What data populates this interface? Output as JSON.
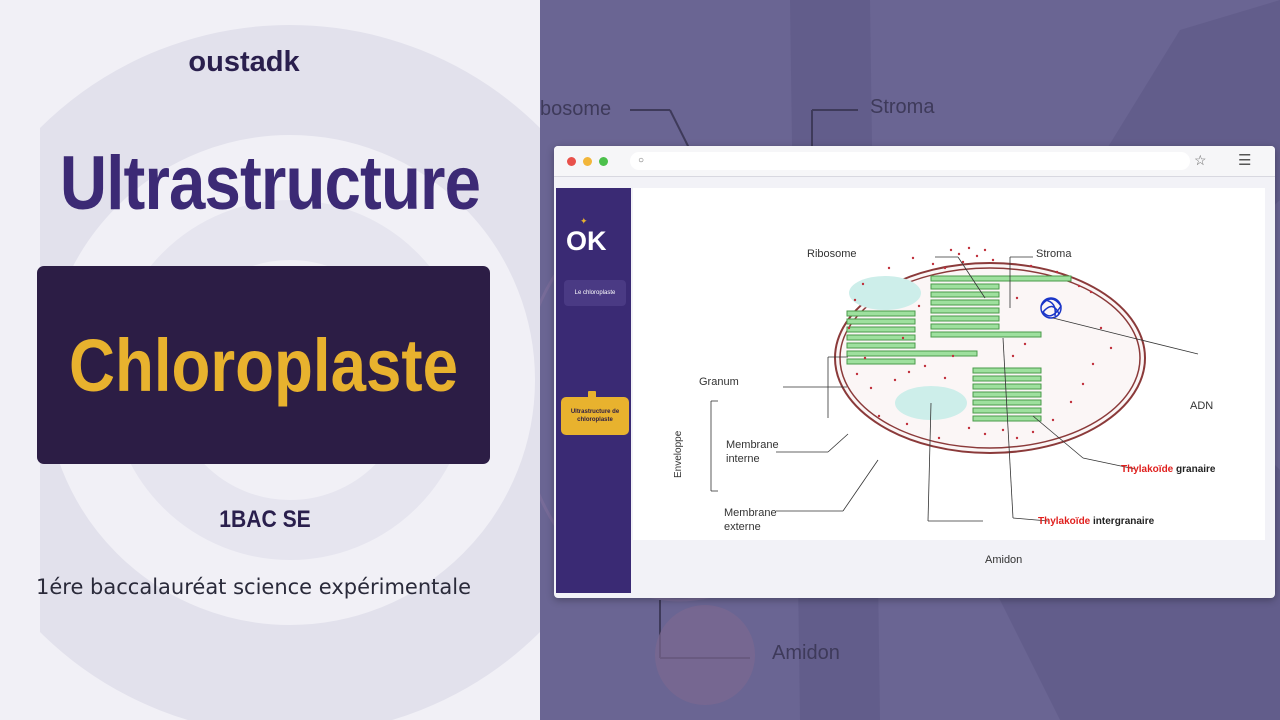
{
  "left": {
    "brand": "oustadk",
    "title": "Ultrastructure",
    "banner": "Chloroplaste",
    "level": "1BAC SE",
    "description": "1ére baccalauréat science expérimentale"
  },
  "background_labels": {
    "ribosome": "bosome",
    "stroma": "Stroma",
    "amidon": "Amidon"
  },
  "browser": {
    "logo": "OK",
    "sidebar_items": [
      "Le chloroplaste",
      "Ultrastructure de chloroplaste"
    ]
  },
  "diagram": {
    "ribosome": "Ribosome",
    "stroma": "Stroma",
    "granum": "Granum",
    "adn": "ADN",
    "enveloppe": "Enveloppe",
    "membrane_interne": [
      "Membrane",
      "interne"
    ],
    "membrane_externe": [
      "Membrane",
      "externe"
    ],
    "thylakoide_granaire": {
      "red": "Thylakoïde",
      "rest": "granaire"
    },
    "thylakoide_intergranaire": {
      "red": "Thylakoïde",
      "rest": "intergranaire"
    },
    "amidon": "Amidon"
  },
  "colors": {
    "title": "#3c2a75",
    "banner_bg": "#2c1d45",
    "banner_text": "#e8b22e",
    "right_bg": "#6a6593",
    "sidebar": "#3a2a74",
    "accent_yellow": "#e8b22e",
    "thylakoid_green": "#5cb85c",
    "amidon_cyan": "#cdeeea",
    "membrane": "#8b3a3a",
    "adn_blue": "#1a35c8",
    "red_label": "#e0201e"
  }
}
